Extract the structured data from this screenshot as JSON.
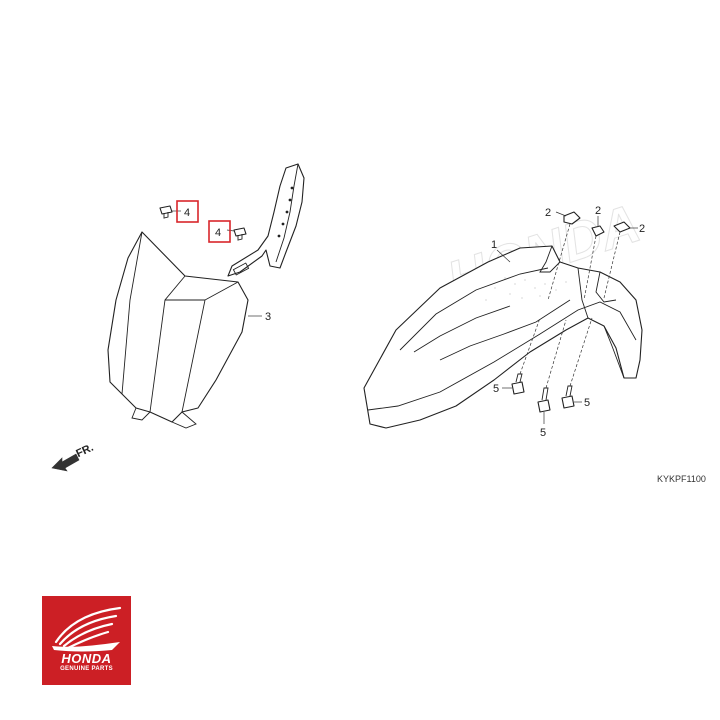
{
  "labels": {
    "front_fender": "1",
    "nut_a": "2",
    "nut_b": "2",
    "nut_c": "2",
    "number_plate": "3",
    "screw_a": "4",
    "screw_b": "4",
    "bolt_a": "5",
    "bolt_b": "5",
    "bolt_c": "5"
  },
  "direction_label": "FR.",
  "diagram_code": "KYKPF1100",
  "highlighted_parts": [
    "4"
  ],
  "colors": {
    "highlight": "#d8262b",
    "logo_bg": "#cc1f25",
    "line": "#222222"
  },
  "logo": {
    "brand": "HONDA",
    "tagline": "GENUINE PARTS"
  }
}
